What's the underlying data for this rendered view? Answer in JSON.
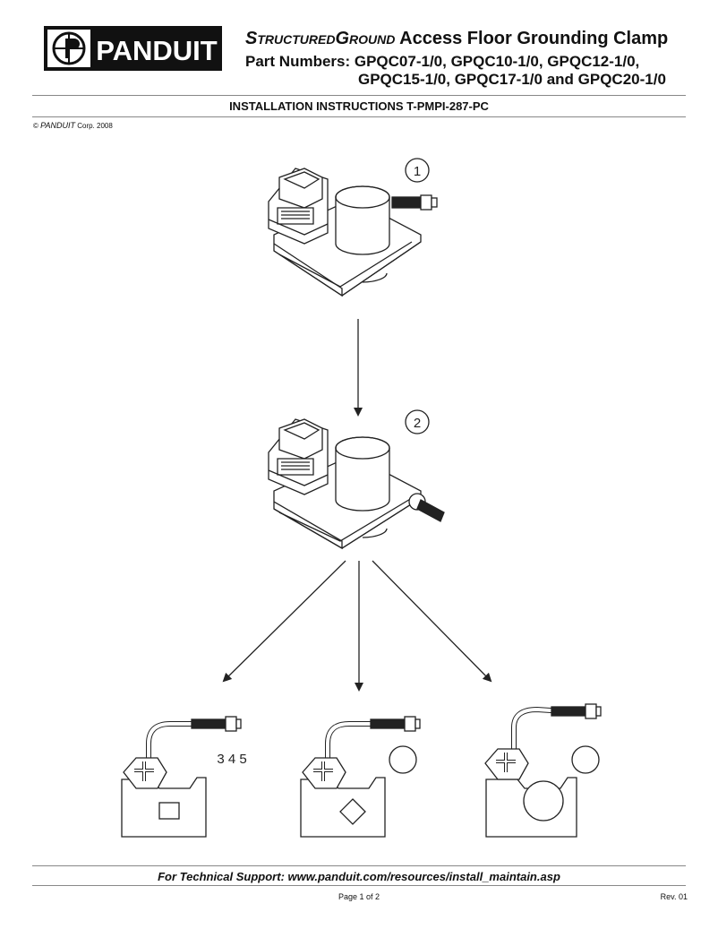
{
  "header": {
    "brand": "PANDUIT",
    "title_sc1_big": "S",
    "title_sc1_small": "TRUCTURED",
    "title_sc2_big": "G",
    "title_sc2_small": "ROUND",
    "title_rest": " Access Floor Grounding Clamp",
    "parts_line1": "Part Numbers: GPQC07-1/0, GPQC10-1/0, GPQC12-1/0,",
    "parts_line2": "GPQC15-1/0, GPQC17-1/0 and GPQC20-1/0"
  },
  "subtitle": "INSTALLATION INSTRUCTIONS T-PMPI-287-PC",
  "copyright": {
    "symbol": "©",
    "brand": "PANDUIT",
    "rest": "Corp. 2008"
  },
  "steps": {
    "step1": "1",
    "step2": "2",
    "step345": "3 4 5"
  },
  "footer": {
    "support": "For Technical Support: www.panduit.com/resources/install_maintain.asp",
    "page": "Page 1 of 2",
    "rev": "Rev. 01"
  }
}
